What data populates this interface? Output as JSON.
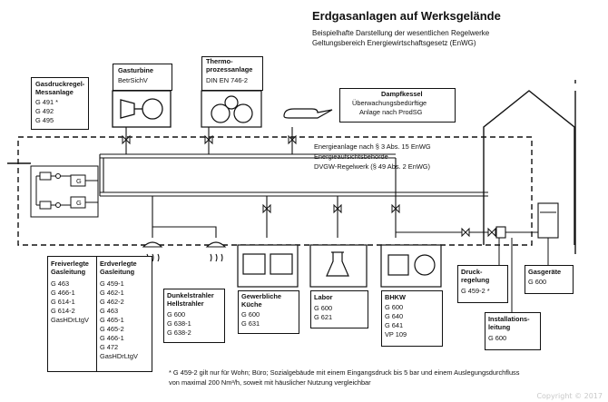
{
  "header": {
    "title": "Erdgasanlagen auf Werksgelände",
    "subtitle_lines": [
      "Beispielhafte Darstellung der wesentlichen Regelwerke",
      "Geltungsbereich Energiewirtschaftsgesetz (EnWG)"
    ]
  },
  "energy_zone": {
    "lines": [
      "Energieanlage nach § 3 Abs. 15 EnWG",
      "Energieaufsichtsbehörde",
      "DVGW-Regelwerk (§ 49 Abs. 2 EnWG)"
    ]
  },
  "steam_boiler": {
    "title": "Dampfkessel",
    "lines": [
      "Überwachungsbedürftige",
      "Anlage nach ProdSG"
    ]
  },
  "pressure_station": {
    "title_lines": [
      "Gasdruckregel-",
      "Messanlage"
    ],
    "refs": [
      "G 491 *",
      "G 492",
      "G 495"
    ],
    "valve_marks": [
      "G",
      "G"
    ]
  },
  "gas_turbine": {
    "title": "Gasturbine",
    "ref": "BetrSichV"
  },
  "thermo_plant": {
    "title_lines": [
      "Thermo-",
      "prozessanlage"
    ],
    "ref": "DIN EN 746-2"
  },
  "free_lines": {
    "title_lines": [
      "Freiverlegte",
      "Gasleitung"
    ],
    "refs": [
      "G 463",
      "G 466-1",
      "G 614-1",
      "G 614-2",
      "GasHDrLtgV"
    ]
  },
  "buried_lines": {
    "title_lines": [
      "Erdverlegte",
      "Gasleitung"
    ],
    "refs": [
      "G 459-1",
      "G 462-1",
      "G 462-2",
      "G 463",
      "G 465-1",
      "G 465-2",
      "G 466-1",
      "G 472",
      "GasHDrLtgV"
    ]
  },
  "dark_radiator": {
    "title_lines": [
      "Dunkelstrahler",
      "Hellstrahler"
    ],
    "refs": [
      "G 600",
      "G 638-1",
      "G 638-2"
    ]
  },
  "commercial_kitchen": {
    "title_lines": [
      "Gewerbliche",
      "Küche"
    ],
    "refs": [
      "G 600",
      "G 631"
    ]
  },
  "lab": {
    "title": "Labor",
    "refs": [
      "G 600",
      "G 621"
    ]
  },
  "chp": {
    "title": "BHKW",
    "refs": [
      "G 600",
      "G 640",
      "G 641",
      "VP 109"
    ]
  },
  "pressure_regulation": {
    "title_lines": [
      "Druck-",
      "regelung"
    ],
    "ref": "G 459-2 *"
  },
  "gas_appliances": {
    "title": "Gasgeräte",
    "ref": "G 600"
  },
  "installation_line": {
    "title_lines": [
      "Installations-",
      "leitung"
    ],
    "ref": "G 600"
  },
  "footnote": {
    "lines": [
      "* G 459-2 gilt nur für Wohn; Büro; Sozialgebäude mit einem Eingangsdruck bis 5 bar und einem Auslegungsdurchfluss",
      "von maximal 200 Nm³/h, soweit mit häuslicher Nutzung vergleichbar"
    ]
  },
  "watermark": "Copyright © 2017"
}
